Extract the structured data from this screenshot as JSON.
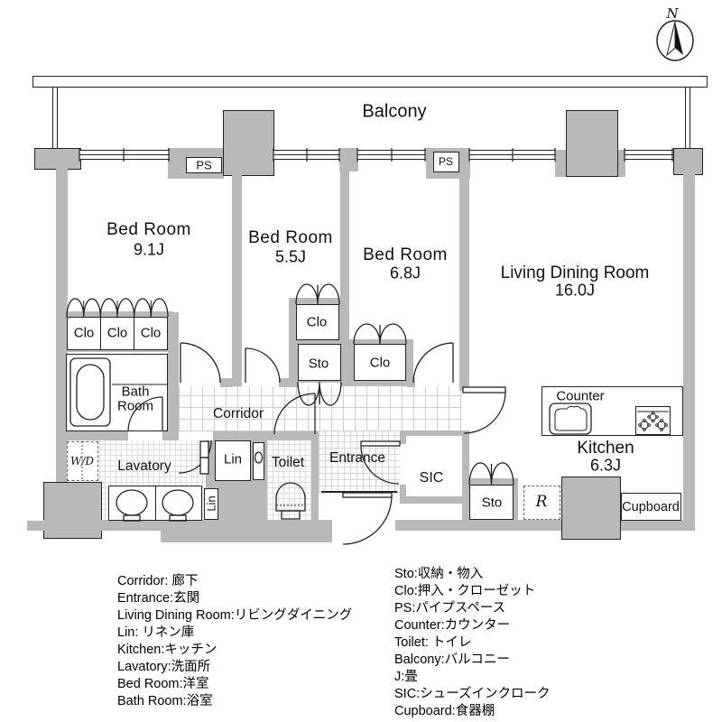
{
  "compass": {
    "north": "N"
  },
  "plan": {
    "balcony": "Balcony",
    "ps": "PS",
    "rooms": {
      "bed1": {
        "label": "Bed Room",
        "size": "9.1J"
      },
      "bed2": {
        "label": "Bed Room",
        "size": "5.5J"
      },
      "bed3": {
        "label": "Bed Room",
        "size": "6.8J"
      },
      "ldr": {
        "label": "Living Dining Room",
        "size": "16.0J"
      },
      "kitchen": {
        "label": "Kitchen",
        "size": "6.3J"
      },
      "bath": {
        "line1": "Bath",
        "line2": "Room"
      },
      "corridor": "Corridor",
      "entrance": "Entrance",
      "lavatory": "Lavatory",
      "toilet": "Toilet",
      "sic": "SIC"
    },
    "storage": {
      "clo": "Clo",
      "sto": "Sto",
      "lin": "Lin",
      "counter": "Counter",
      "cupboard": "Cupboard",
      "wd": "W/D",
      "refrigerator": "R"
    }
  },
  "legend": {
    "left": [
      "Corridor: 廊下",
      "Entrance:玄関",
      "Living Dining Room:リビングダイニング",
      "Lin: リネン庫",
      "Kitchen:キッチン",
      "Lavatory:洗面所",
      "Bed Room:洋室",
      "Bath Room:浴室"
    ],
    "right": [
      "Sto:収納・物入",
      "Clo:押入・クローゼット",
      "PS:パイプスペース",
      "Counter:カウンター",
      "Toilet: トイレ",
      "Balcony:バルコニー",
      "J:畳",
      "SIC:シューズインクローク",
      "Cupboard:食器棚"
    ]
  },
  "colors": {
    "wall": "#b9b9b9",
    "line": "#222222",
    "floor": "#ffffff"
  }
}
